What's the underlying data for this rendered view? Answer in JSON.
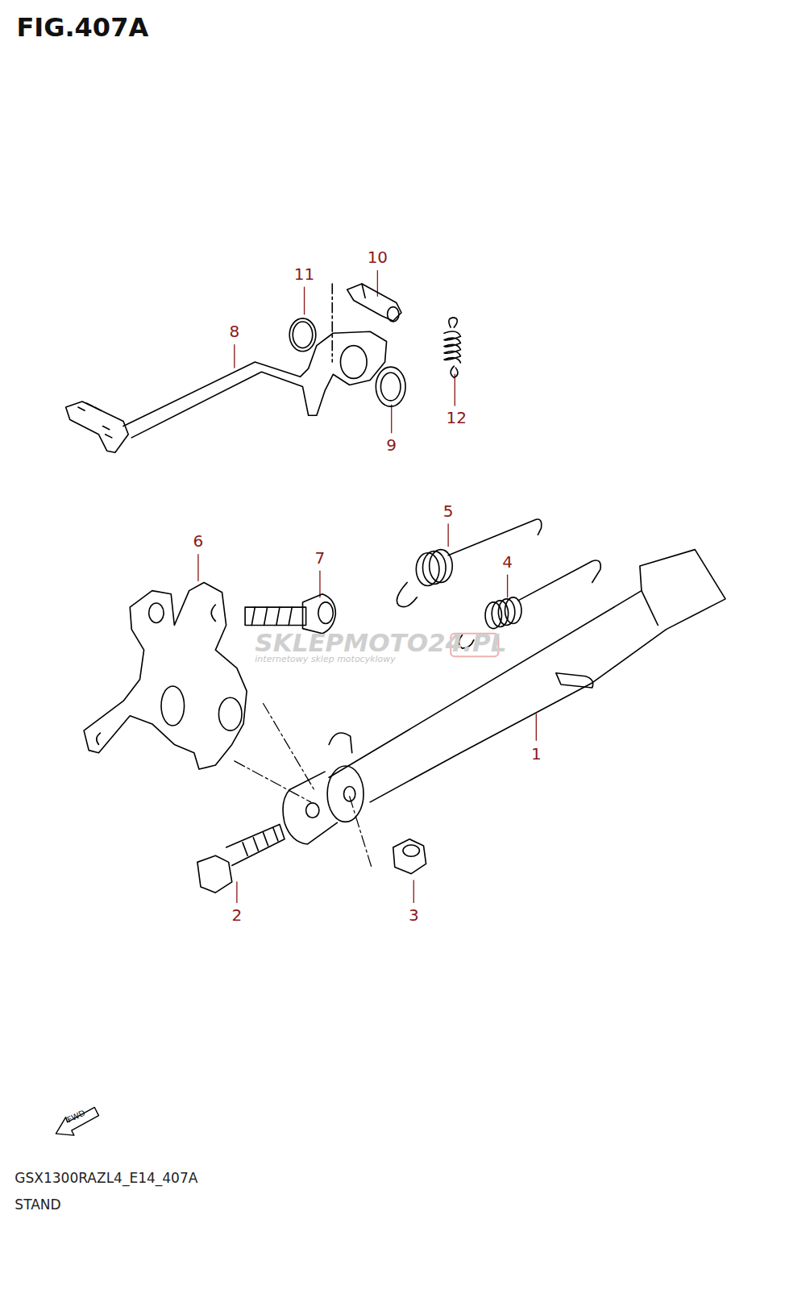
{
  "diagram": {
    "title": "FIG.407A",
    "labels": [
      "11",
      "10",
      "8",
      "12",
      "9",
      "5",
      "6",
      "7",
      "4",
      "1",
      "2",
      "3",
      "SKLEPMOTO24.PL",
      "internetowy sklep motocyklowy",
      "FWD",
      "GSX1300RAZL4_E14_407A",
      "STAND"
    ]
  }
}
